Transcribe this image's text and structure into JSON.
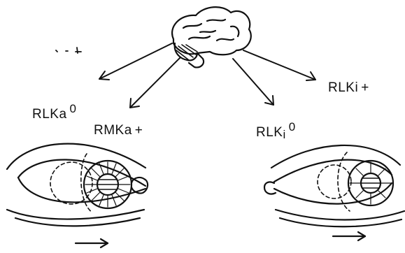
{
  "figure": {
    "labels": {
      "left_outer": {
        "base": "RLKa",
        "sup": "0"
      },
      "left_inner": {
        "base": "RMKa",
        "sign": "+"
      },
      "right_inner": {
        "base": "RLK",
        "sub": "i",
        "sup": "0"
      },
      "right_outer": {
        "base": "RLKi",
        "sign": "+"
      }
    },
    "icons": {
      "brain": "brain-icon",
      "left_eye": "eye-icon",
      "right_eye": "eye-icon",
      "direction_arrow": "arrow-right-icon"
    },
    "colors": {
      "ink": "#111111",
      "background": "#ffffff"
    }
  }
}
